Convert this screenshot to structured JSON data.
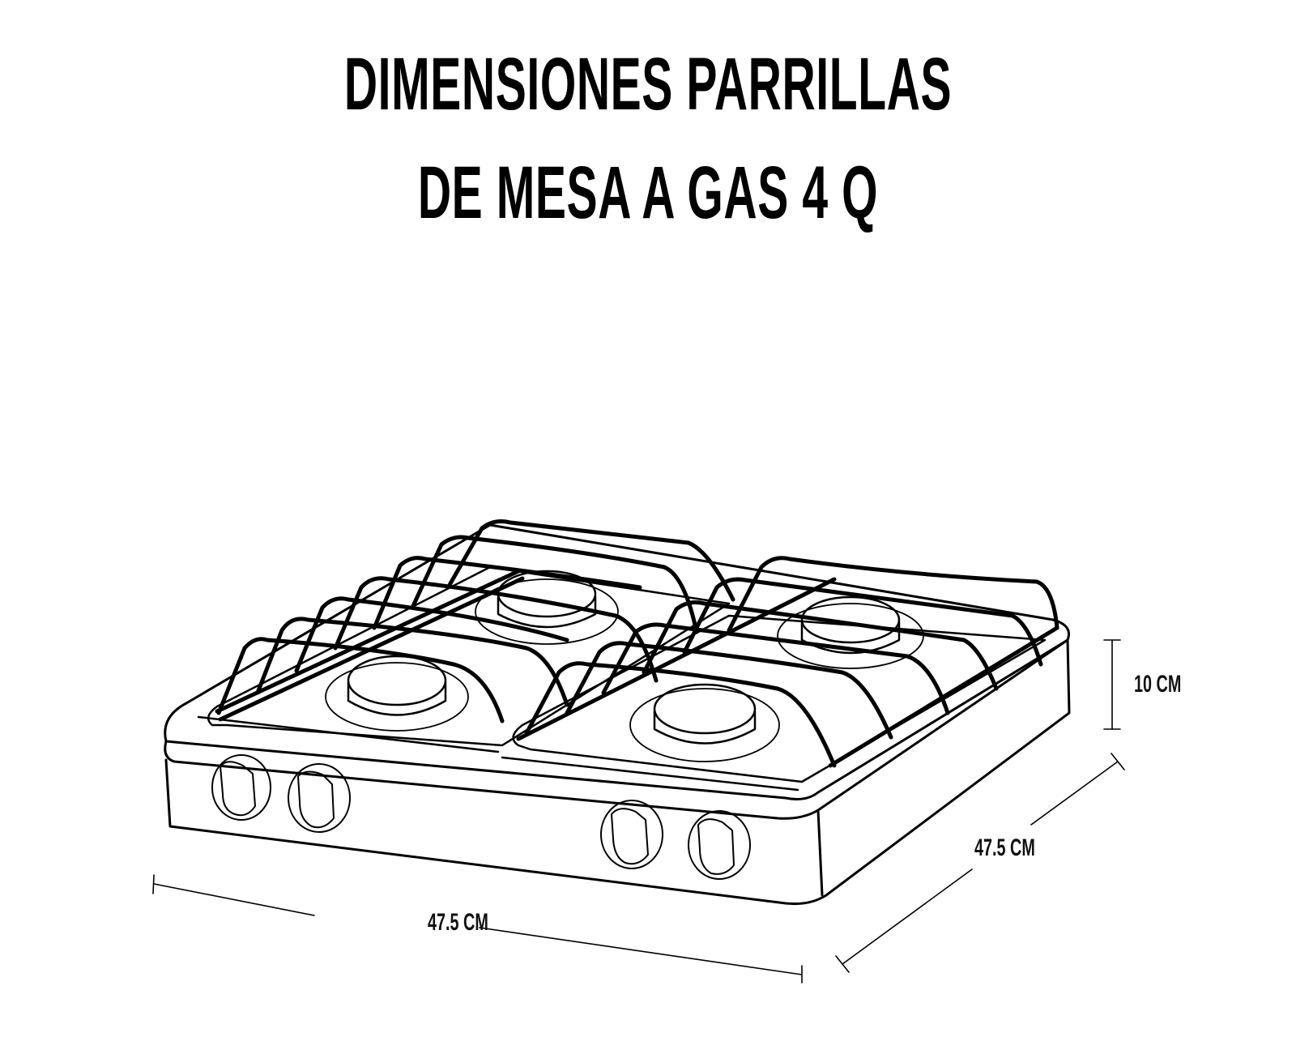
{
  "title": {
    "line1": "DIMENSIONES PARRILLAS",
    "line2": "DE MESA A GAS 4 Q"
  },
  "dimensions": {
    "height": "10 CM",
    "depth": "47.5 CM",
    "width": "47.5 CM"
  },
  "product": {
    "burners": 4,
    "knobs": 4
  },
  "colors": {
    "line": "#000000",
    "background": "#ffffff"
  }
}
